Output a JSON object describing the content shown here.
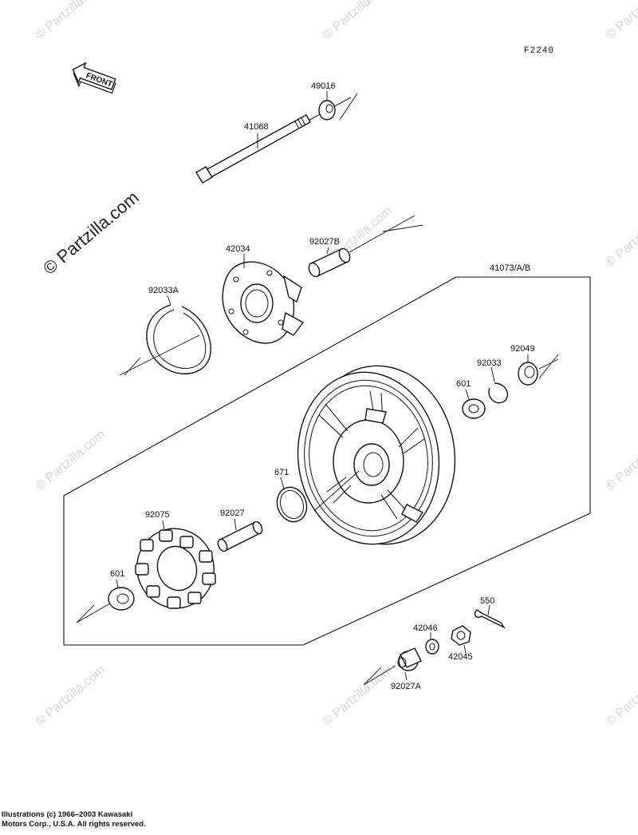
{
  "figure_code": "F2240",
  "front_label": "FRONT",
  "watermark_main": "© Partzilla.com",
  "watermark_small": "© Partzilla.com",
  "copyright_line1": "Illustrations (c) 1966–2003 Kawasaki",
  "copyright_line2": "Motors Corp., U.S.A.  All rights reserved.",
  "parts": {
    "p49016": "49016",
    "p41068": "41068",
    "p42034": "42034",
    "p92027B": "92027B",
    "p41073": "41073/A/B",
    "p92033A": "92033A",
    "p92049": "92049",
    "p92033": "92033",
    "p601_right": "601",
    "p671": "671",
    "p92075": "92075",
    "p92027": "92027",
    "p601_left": "601",
    "p550": "550",
    "p42046": "42046",
    "p42045": "42045",
    "p92027A": "92027A"
  }
}
